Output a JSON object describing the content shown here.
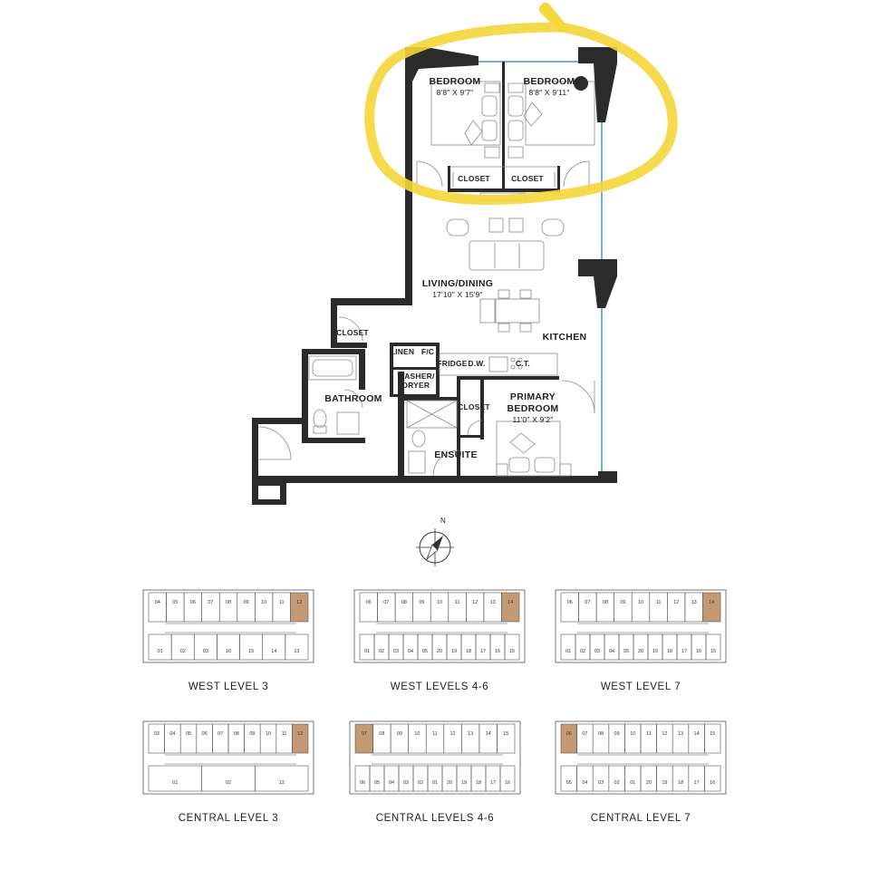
{
  "rooms": {
    "bedroom_1": {
      "name": "BEDROOM",
      "dim": "8'8\" X 9'7\""
    },
    "bedroom_2": {
      "name": "BEDROOM",
      "dim": "8'8\" X 9'11\""
    },
    "living": {
      "name": "LIVING/DINING",
      "dim": "17'10\" X 15'9\""
    },
    "kitchen": {
      "name": "KITCHEN"
    },
    "bathroom": {
      "name": "BATHROOM"
    },
    "primary": {
      "name": "PRIMARY BEDROOM",
      "dim": "11'0\" X 9'2\""
    },
    "ensuite": {
      "name": "ENSUITE"
    }
  },
  "labels": {
    "closet_1": "CLOSET",
    "closet_2": "CLOSET",
    "closet_hall": "CLOSET",
    "closet_primary": "CLOSET",
    "linen": "LINEN",
    "fc": "F/C",
    "fridge": "FRIDGE",
    "dw": "D.W.",
    "ct": "C.T.",
    "washer_dryer": "WASHER/ DRYER"
  },
  "compass": {
    "north": "N"
  },
  "key_plans": [
    {
      "title": "WEST LEVEL 3",
      "top": [
        "04",
        "05",
        "06",
        "07",
        "08",
        "09",
        "10",
        "11",
        "12"
      ],
      "bottom": [
        "01",
        "02",
        "03",
        "16",
        "15",
        "14",
        "13"
      ],
      "highlight": "12"
    },
    {
      "title": "WEST LEVELS 4-6",
      "top": [
        "06",
        "07",
        "08",
        "09",
        "10",
        "11",
        "12",
        "13",
        "14"
      ],
      "bottom": [
        "01",
        "02",
        "03",
        "04",
        "05",
        "20",
        "19",
        "18",
        "17",
        "16",
        "15"
      ],
      "highlight": "14"
    },
    {
      "title": "WEST LEVEL 7",
      "top": [
        "06",
        "07",
        "08",
        "09",
        "10",
        "11",
        "12",
        "13",
        "14"
      ],
      "bottom": [
        "01",
        "02",
        "03",
        "04",
        "05",
        "20",
        "19",
        "18",
        "17",
        "16",
        "15"
      ],
      "highlight": "14"
    },
    {
      "title": "CENTRAL LEVEL 3",
      "top": [
        "03",
        "04",
        "05",
        "06",
        "07",
        "08",
        "09",
        "10",
        "11",
        "12"
      ],
      "bottom": [
        "01",
        "02",
        "13"
      ],
      "highlight": "12"
    },
    {
      "title": "CENTRAL LEVELS 4-6",
      "top": [
        "07",
        "08",
        "09",
        "10",
        "11",
        "12",
        "13",
        "14",
        "15"
      ],
      "bottom": [
        "06",
        "05",
        "04",
        "03",
        "02",
        "01",
        "20",
        "19",
        "18",
        "17",
        "16"
      ],
      "highlight": "07"
    },
    {
      "title": "CENTRAL LEVEL 7",
      "top": [
        "06",
        "07",
        "08",
        "09",
        "10",
        "11",
        "12",
        "13",
        "14",
        "15"
      ],
      "bottom": [
        "05",
        "04",
        "03",
        "02",
        "01",
        "20",
        "19",
        "18",
        "17",
        "16"
      ],
      "highlight": "06"
    }
  ],
  "colors": {
    "wall": "#2b2b2b",
    "window": "#6fb6d6",
    "highlight_ring": "#f4d63a",
    "unit_highlight": "#c49a74",
    "furniture": "#8a8a8a"
  }
}
